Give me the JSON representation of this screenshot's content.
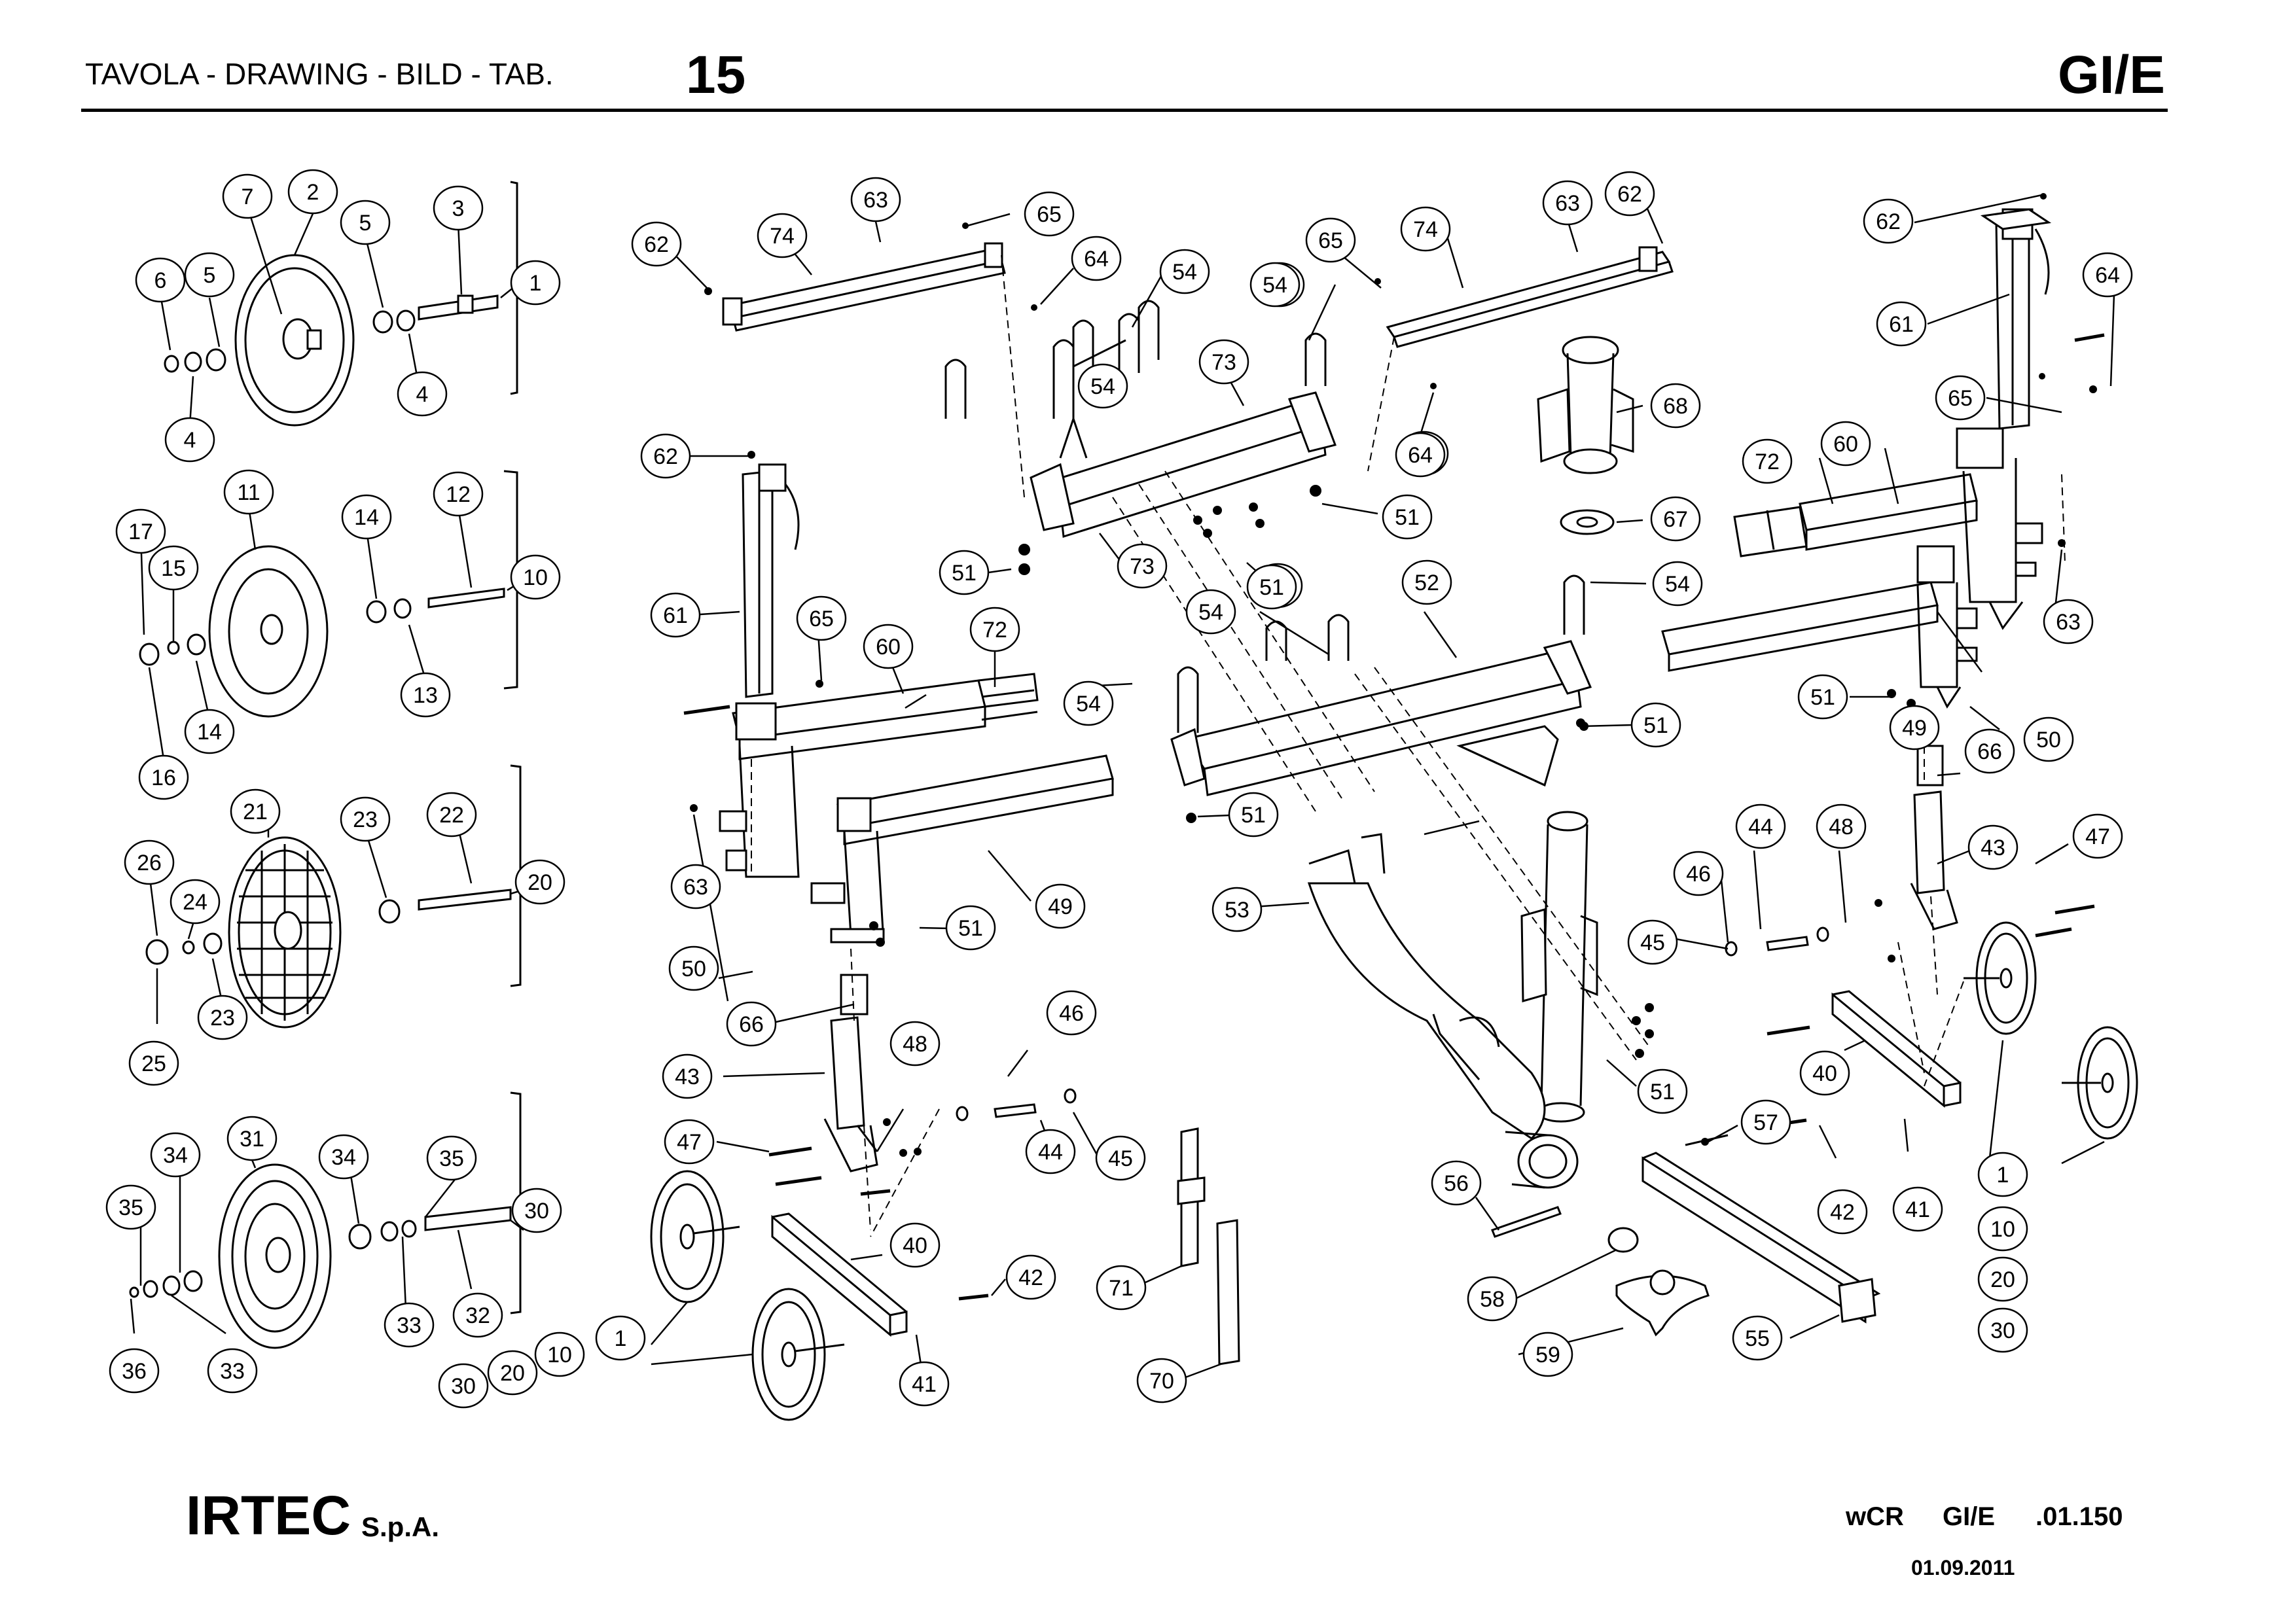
{
  "header": {
    "title": "TAVOLA - DRAWING - BILD - TAB.",
    "table_number": "15",
    "model": "GI/E"
  },
  "footer": {
    "brand": "IRTEC",
    "brand_suffix": "S.p.A.",
    "code_prefix": "wCR",
    "code_model": "GI/E",
    "code_number": ".01.150",
    "date": "01.09.2011"
  },
  "callouts": [
    {
      "id": "c1",
      "label": "7"
    },
    {
      "id": "c2",
      "label": "2"
    },
    {
      "id": "c3",
      "label": "5"
    },
    {
      "id": "c4",
      "label": "3"
    },
    {
      "id": "c5",
      "label": "6"
    },
    {
      "id": "c6",
      "label": "5"
    },
    {
      "id": "c7",
      "label": "1"
    },
    {
      "id": "c8",
      "label": "4"
    },
    {
      "id": "c9",
      "label": "4"
    },
    {
      "id": "c10",
      "label": "11"
    },
    {
      "id": "c11",
      "label": "14"
    },
    {
      "id": "c12",
      "label": "12"
    },
    {
      "id": "c13",
      "label": "17"
    },
    {
      "id": "c14",
      "label": "15"
    },
    {
      "id": "c15",
      "label": "10"
    },
    {
      "id": "c16",
      "label": "13"
    },
    {
      "id": "c17",
      "label": "14"
    },
    {
      "id": "c18",
      "label": "16"
    },
    {
      "id": "c19",
      "label": "21"
    },
    {
      "id": "c20",
      "label": "23"
    },
    {
      "id": "c21",
      "label": "22"
    },
    {
      "id": "c22",
      "label": "26"
    },
    {
      "id": "c23",
      "label": "24"
    },
    {
      "id": "c24",
      "label": "20"
    },
    {
      "id": "c25",
      "label": "23"
    },
    {
      "id": "c26",
      "label": "25"
    },
    {
      "id": "c27",
      "label": "31"
    },
    {
      "id": "c28",
      "label": "34"
    },
    {
      "id": "c29",
      "label": "34"
    },
    {
      "id": "c30",
      "label": "35"
    },
    {
      "id": "c31",
      "label": "35"
    },
    {
      "id": "c32",
      "label": "30"
    },
    {
      "id": "c33",
      "label": "33"
    },
    {
      "id": "c34",
      "label": "32"
    },
    {
      "id": "c35",
      "label": "36"
    },
    {
      "id": "c36",
      "label": "33"
    },
    {
      "id": "c37",
      "label": "63"
    },
    {
      "id": "c38",
      "label": "65"
    },
    {
      "id": "c39",
      "label": "62"
    },
    {
      "id": "c40",
      "label": "74"
    },
    {
      "id": "c41",
      "label": "64"
    },
    {
      "id": "c42",
      "label": "54"
    },
    {
      "id": "c43",
      "label": "54"
    },
    {
      "id": "c44",
      "label": "73"
    },
    {
      "id": "c45",
      "label": "62"
    },
    {
      "id": "c46",
      "label": "61"
    },
    {
      "id": "c47",
      "label": "65"
    },
    {
      "id": "c48",
      "label": "60"
    },
    {
      "id": "c49",
      "label": "72"
    },
    {
      "id": "c50",
      "label": "51"
    },
    {
      "id": "c51",
      "label": "73"
    },
    {
      "id": "c52",
      "label": "51"
    },
    {
      "id": "c53",
      "label": "54"
    },
    {
      "id": "c54",
      "label": "64"
    },
    {
      "id": "c55",
      "label": "54"
    },
    {
      "id": "c56",
      "label": "63"
    },
    {
      "id": "c57",
      "label": "49"
    },
    {
      "id": "c58",
      "label": "51"
    },
    {
      "id": "c59",
      "label": "50"
    },
    {
      "id": "c60",
      "label": "66"
    },
    {
      "id": "c61",
      "label": "46"
    },
    {
      "id": "c62",
      "label": "48"
    },
    {
      "id": "c63",
      "label": "43"
    },
    {
      "id": "c64",
      "label": "47"
    },
    {
      "id": "c65",
      "label": "44"
    },
    {
      "id": "c66",
      "label": "45"
    },
    {
      "id": "c67",
      "label": "40"
    },
    {
      "id": "c68",
      "label": "42"
    },
    {
      "id": "c69",
      "label": "41"
    },
    {
      "id": "c70",
      "label": "1"
    },
    {
      "id": "c71",
      "label": "10"
    },
    {
      "id": "c72",
      "label": "20"
    },
    {
      "id": "c73",
      "label": "30"
    },
    {
      "id": "c74",
      "label": "71"
    },
    {
      "id": "c75",
      "label": "70"
    },
    {
      "id": "c76",
      "label": "65"
    },
    {
      "id": "c77",
      "label": "74"
    },
    {
      "id": "c78",
      "label": "63"
    },
    {
      "id": "c79",
      "label": "62"
    },
    {
      "id": "c80",
      "label": "54"
    },
    {
      "id": "c81",
      "label": "64"
    },
    {
      "id": "c82",
      "label": "68"
    },
    {
      "id": "c83",
      "label": "51"
    },
    {
      "id": "c84",
      "label": "67"
    },
    {
      "id": "c85",
      "label": "54"
    },
    {
      "id": "c86",
      "label": "51"
    },
    {
      "id": "c87",
      "label": "54"
    },
    {
      "id": "c88",
      "label": "52"
    },
    {
      "id": "c89",
      "label": "51"
    },
    {
      "id": "c90",
      "label": "51"
    },
    {
      "id": "c91",
      "label": "53"
    },
    {
      "id": "c92",
      "label": "51"
    },
    {
      "id": "c93",
      "label": "56"
    },
    {
      "id": "c94",
      "label": "57"
    },
    {
      "id": "c95",
      "label": "58"
    },
    {
      "id": "c96",
      "label": "59"
    },
    {
      "id": "c97",
      "label": "55"
    },
    {
      "id": "c98",
      "label": "62"
    },
    {
      "id": "c99",
      "label": "64"
    },
    {
      "id": "c100",
      "label": "61"
    },
    {
      "id": "c101",
      "label": "65"
    },
    {
      "id": "c102",
      "label": "72"
    },
    {
      "id": "c103",
      "label": "60"
    },
    {
      "id": "c104",
      "label": "63"
    },
    {
      "id": "c105",
      "label": "49"
    },
    {
      "id": "c106",
      "label": "51"
    },
    {
      "id": "c107",
      "label": "50"
    },
    {
      "id": "c108",
      "label": "66"
    },
    {
      "id": "c109",
      "label": "44"
    },
    {
      "id": "c110",
      "label": "48"
    },
    {
      "id": "c111",
      "label": "46"
    },
    {
      "id": "c112",
      "label": "43"
    },
    {
      "id": "c113",
      "label": "47"
    },
    {
      "id": "c114",
      "label": "45"
    },
    {
      "id": "c115",
      "label": "40"
    },
    {
      "id": "c116",
      "label": "42"
    },
    {
      "id": "c117",
      "label": "41"
    },
    {
      "id": "c118",
      "label": "1"
    },
    {
      "id": "c119",
      "label": "10"
    },
    {
      "id": "c120",
      "label": "20"
    },
    {
      "id": "c121",
      "label": "30"
    }
  ]
}
